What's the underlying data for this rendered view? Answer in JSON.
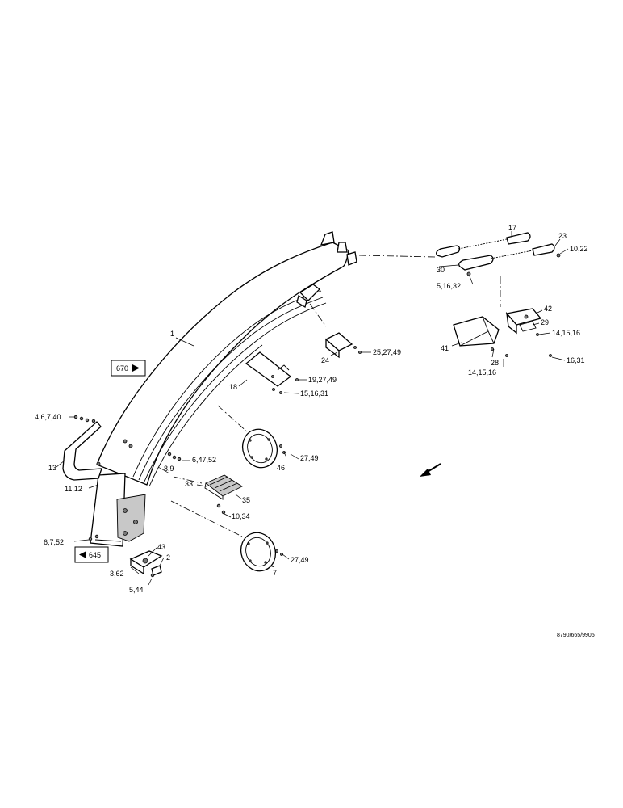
{
  "callouts": {
    "c1": "1",
    "c670": "670",
    "c645": "645",
    "c4_6_7_40": "4,6,7,40",
    "c13": "13",
    "c11_12": "11,12",
    "c6_7_52": "6,7,52",
    "c8_9": "8,9",
    "c6_47_52": "6,47,52",
    "c43": "43",
    "c2": "2",
    "c3_62": "3,62",
    "c5_44": "5,44",
    "c33": "33",
    "c35": "35",
    "c10_34": "10,34",
    "c7": "7",
    "c27_49_a": "27,49",
    "c46": "46",
    "c27_49_b": "27,49",
    "c18": "18",
    "c19_27_49": "19,27,49",
    "c15_16_31": "15,16,31",
    "c24": "24",
    "c25_27_49": "25,27,49",
    "c17": "17",
    "c23": "23",
    "c10_22": "10,22",
    "c30": "30",
    "c5_16_32": "5,16,32",
    "c42": "42",
    "c29": "29",
    "c14_15_16_a": "14,15,16",
    "c41": "41",
    "c28": "28",
    "c16_31": "16,31",
    "c14_15_16_b": "14,15,16"
  },
  "drawing_code": "8790/665/9905",
  "icons": {
    "forward_arrow": "arrow-right-triangle",
    "back_arrow": "arrow-left-triangle",
    "direction": "arrow-down-left"
  }
}
